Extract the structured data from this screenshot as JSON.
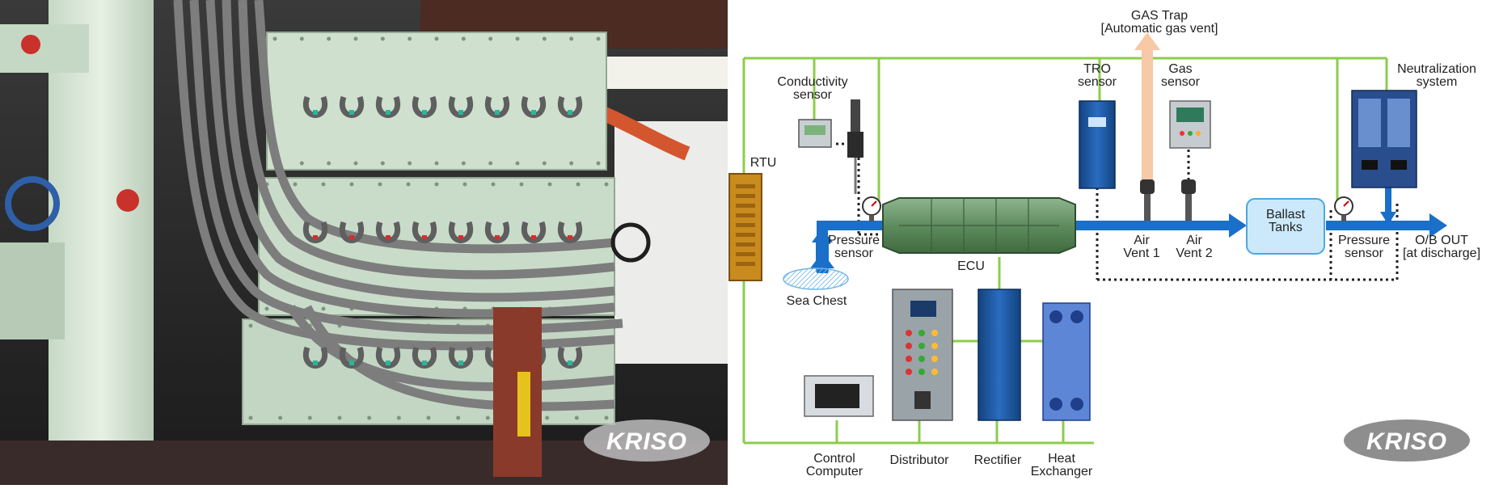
{
  "colors": {
    "line_green": "#8dcc4e",
    "flow_blue": "#1a6fc9",
    "gas_vent": "#f7c9a6",
    "ballast_fill": "#cbe9fb",
    "ballast_stroke": "#4fa7de",
    "cabinet_blue": "#1e5aa8",
    "ecu_green": "#6b9a6b",
    "logo_gray": "#8e8e8e",
    "photo_pipe": "#d9e8d9",
    "photo_cable": "#7d7d7d",
    "photo_dark": "#2a2a2a"
  },
  "icons": {
    "logo": "kriso-logo",
    "gauge": "pressure-gauge-icon",
    "valve": "air-vent-valve-icon"
  },
  "photo": {
    "watermark": "KRISO"
  },
  "diagram": {
    "watermark": "KRISO",
    "labels": {
      "gas_trap_1": "GAS Trap",
      "gas_trap_2": "[Automatic gas vent]",
      "conductivity_1": "Conductivity",
      "conductivity_2": "sensor",
      "tro_1": "TRO",
      "tro_2": "sensor",
      "gas_1": "Gas",
      "gas_2": "sensor",
      "neutral_1": "Neutralization",
      "neutral_2": "system",
      "rtu": "RTU",
      "pressure_left_1": "Pressure",
      "pressure_left_2": "sensor",
      "ecu": "ECU",
      "air_vent1_1": "Air",
      "air_vent1_2": "Vent 1",
      "air_vent2_1": "Air",
      "air_vent2_2": "Vent 2",
      "ballast_1": "Ballast",
      "ballast_2": "Tanks",
      "pressure_right_1": "Pressure",
      "pressure_right_2": "sensor",
      "ob_out_1": "O/B OUT",
      "ob_out_2": "[at discharge]",
      "sea_chest": "Sea Chest",
      "control_1": "Control",
      "control_2": "Computer",
      "distributor": "Distributor",
      "rectifier": "Rectifier",
      "heat_1": "Heat",
      "heat_2": "Exchanger"
    }
  }
}
